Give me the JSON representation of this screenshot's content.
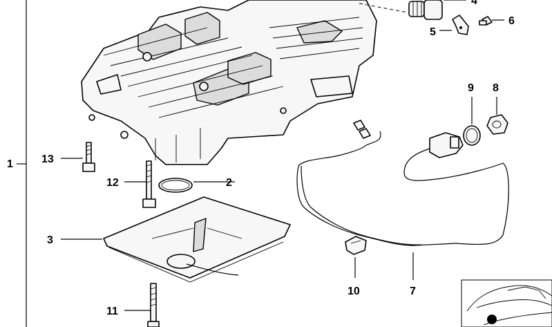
{
  "callouts": [
    {
      "id": "1",
      "text": "1"
    },
    {
      "id": "2",
      "text": "2"
    },
    {
      "id": "3",
      "text": "3"
    },
    {
      "id": "4",
      "text": "4"
    },
    {
      "id": "5",
      "text": "5"
    },
    {
      "id": "6",
      "text": "6"
    },
    {
      "id": "7",
      "text": "7"
    },
    {
      "id": "8",
      "text": "8"
    },
    {
      "id": "9",
      "text": "9"
    },
    {
      "id": "10",
      "text": "10"
    },
    {
      "id": "11",
      "text": "11"
    },
    {
      "id": "12",
      "text": "12"
    },
    {
      "id": "13",
      "text": "13"
    }
  ],
  "colors": {
    "ink": "#000000",
    "background": "#ffffff",
    "locator_dot": "#000000"
  }
}
